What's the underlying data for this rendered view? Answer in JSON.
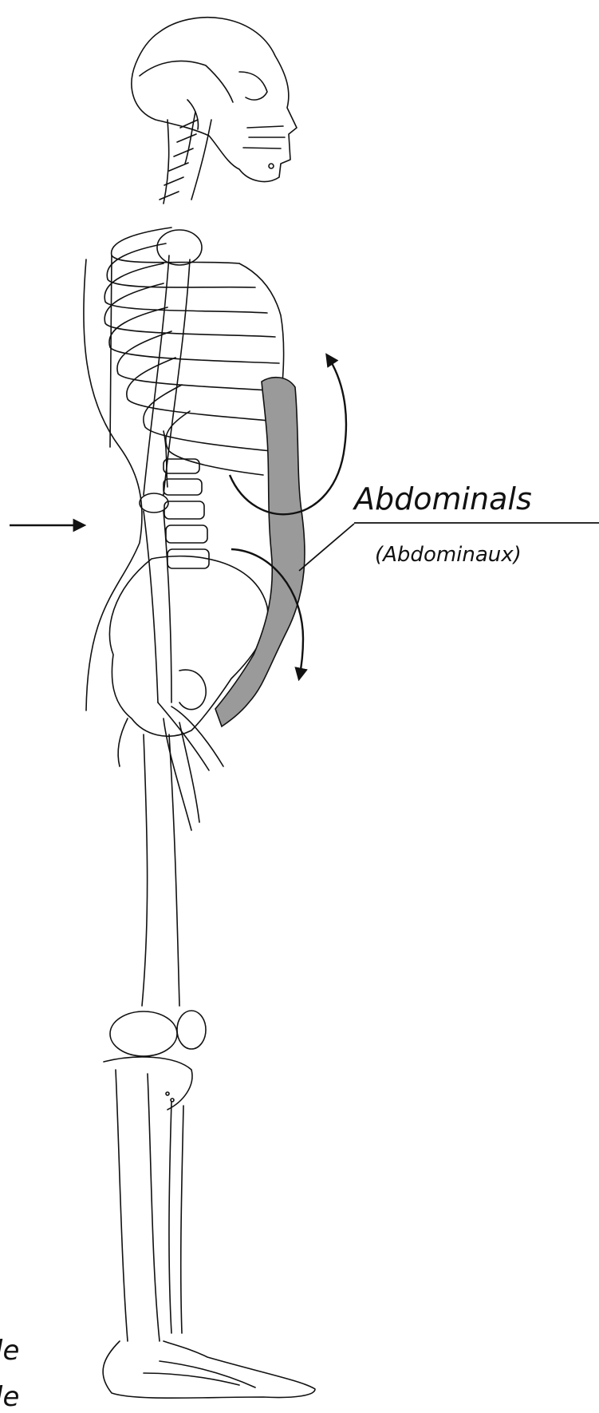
{
  "labels": {
    "muscle_name": "Abdominals",
    "muscle_name_translation": "(Abdominaux)",
    "cropped_fragment_1": "le",
    "cropped_fragment_2": "le"
  },
  "colors": {
    "line": "#111111",
    "highlighted_muscle": "#9a9a9a",
    "background": "#ffffff"
  },
  "icons": [
    "skeleton-side-view",
    "arrow-right-icon",
    "curved-arrow-up-icon",
    "curved-arrow-down-icon"
  ]
}
